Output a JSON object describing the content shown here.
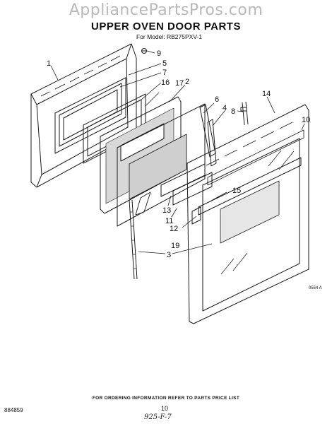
{
  "watermark": "AppliancePartsPros.com",
  "title": "UPPER OVEN DOOR PARTS",
  "model": "For Model: RB275PXV-1",
  "callouts": {
    "c1": "1",
    "c2": "2",
    "c3": "3",
    "c4": "4",
    "c5": "5",
    "c6": "6",
    "c7": "7",
    "c8": "8",
    "c9": "9",
    "c10": "10",
    "c11": "11",
    "c12": "12",
    "c13": "13",
    "c14": "14",
    "c15": "15",
    "c16": "16",
    "c17": "17",
    "c19": "19"
  },
  "figure_id": "0554 A",
  "footer_note": "FOR ORDERING INFORMATION REFER TO PARTS PRICE LIST",
  "doc_code": "884859",
  "page_number": "10",
  "handwritten": "925-F-7"
}
